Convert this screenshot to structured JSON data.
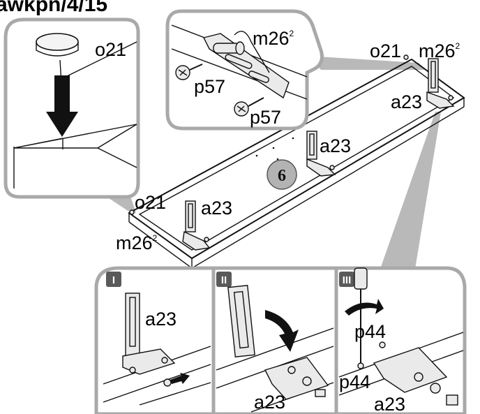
{
  "title": "awkpn/4/15",
  "step_number": "6",
  "labels": {
    "o21_inset": "o21",
    "m26_inset": "m26",
    "m26_inset_sup": "2",
    "p57_a": "p57",
    "p57_b": "p57",
    "o21_corner": "o21",
    "m26_corner": "m26",
    "m26_corner_sup": "2",
    "a23_corner": "a23",
    "a23_middle": "a23",
    "o21_left": "o21",
    "a23_left": "a23",
    "m26_left": "m26",
    "m26_left_sup": "2"
  },
  "sub_steps": [
    {
      "roman": "I",
      "labels": [
        "a23"
      ]
    },
    {
      "roman": "II",
      "labels": [
        "a23"
      ]
    },
    {
      "roman": "III",
      "labels": [
        "p44",
        "p44",
        "a23"
      ]
    }
  ],
  "colors": {
    "frame_gray": "#a9a9a9",
    "badge_fill": "#b3b3b3",
    "roman_badge": "#5a5a5a",
    "ink": "#111111"
  }
}
